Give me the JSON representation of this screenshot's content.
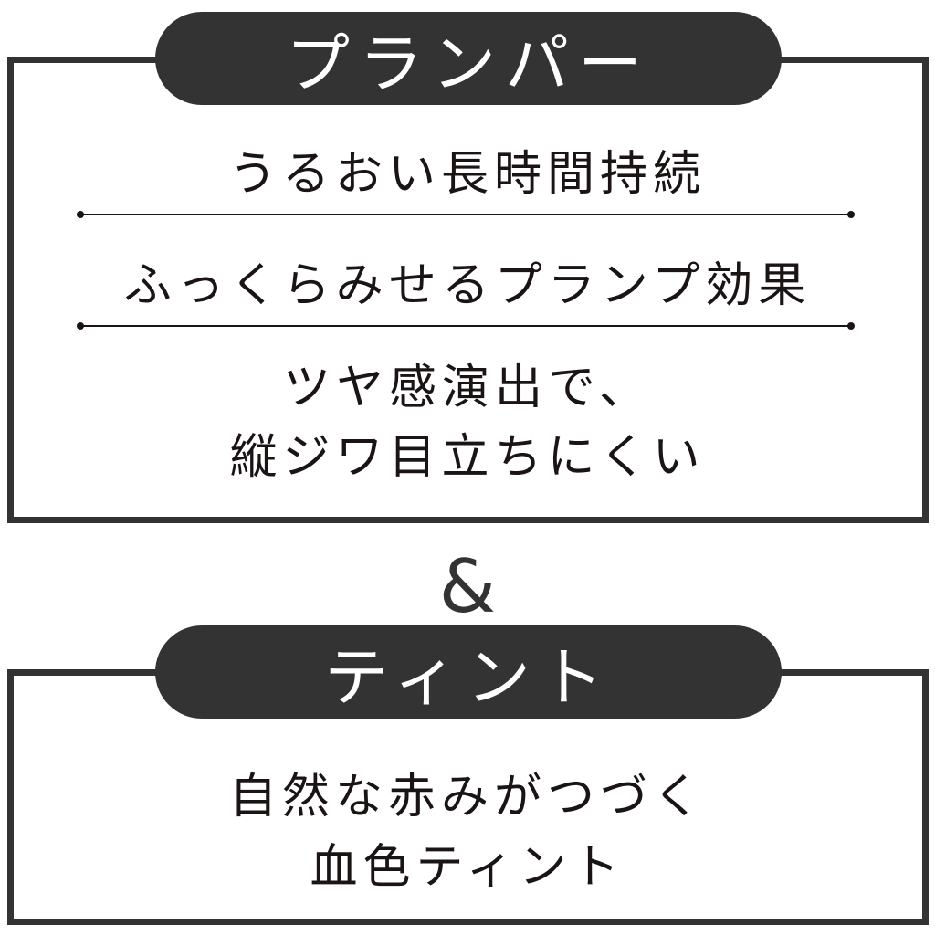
{
  "section1": {
    "title": "プランパー",
    "features": [
      "うるおい長時間持続",
      "ふっくらみせるプランプ効果",
      "ツヤ感演出で、",
      "縦ジワ目立ちにくい"
    ]
  },
  "connector": "&",
  "section2": {
    "title": "ティント",
    "features": [
      "自然な赤みがつづく",
      "血色ティント"
    ]
  },
  "colors": {
    "dark": "#333333",
    "text": "#1a1414",
    "background": "#ffffff"
  }
}
